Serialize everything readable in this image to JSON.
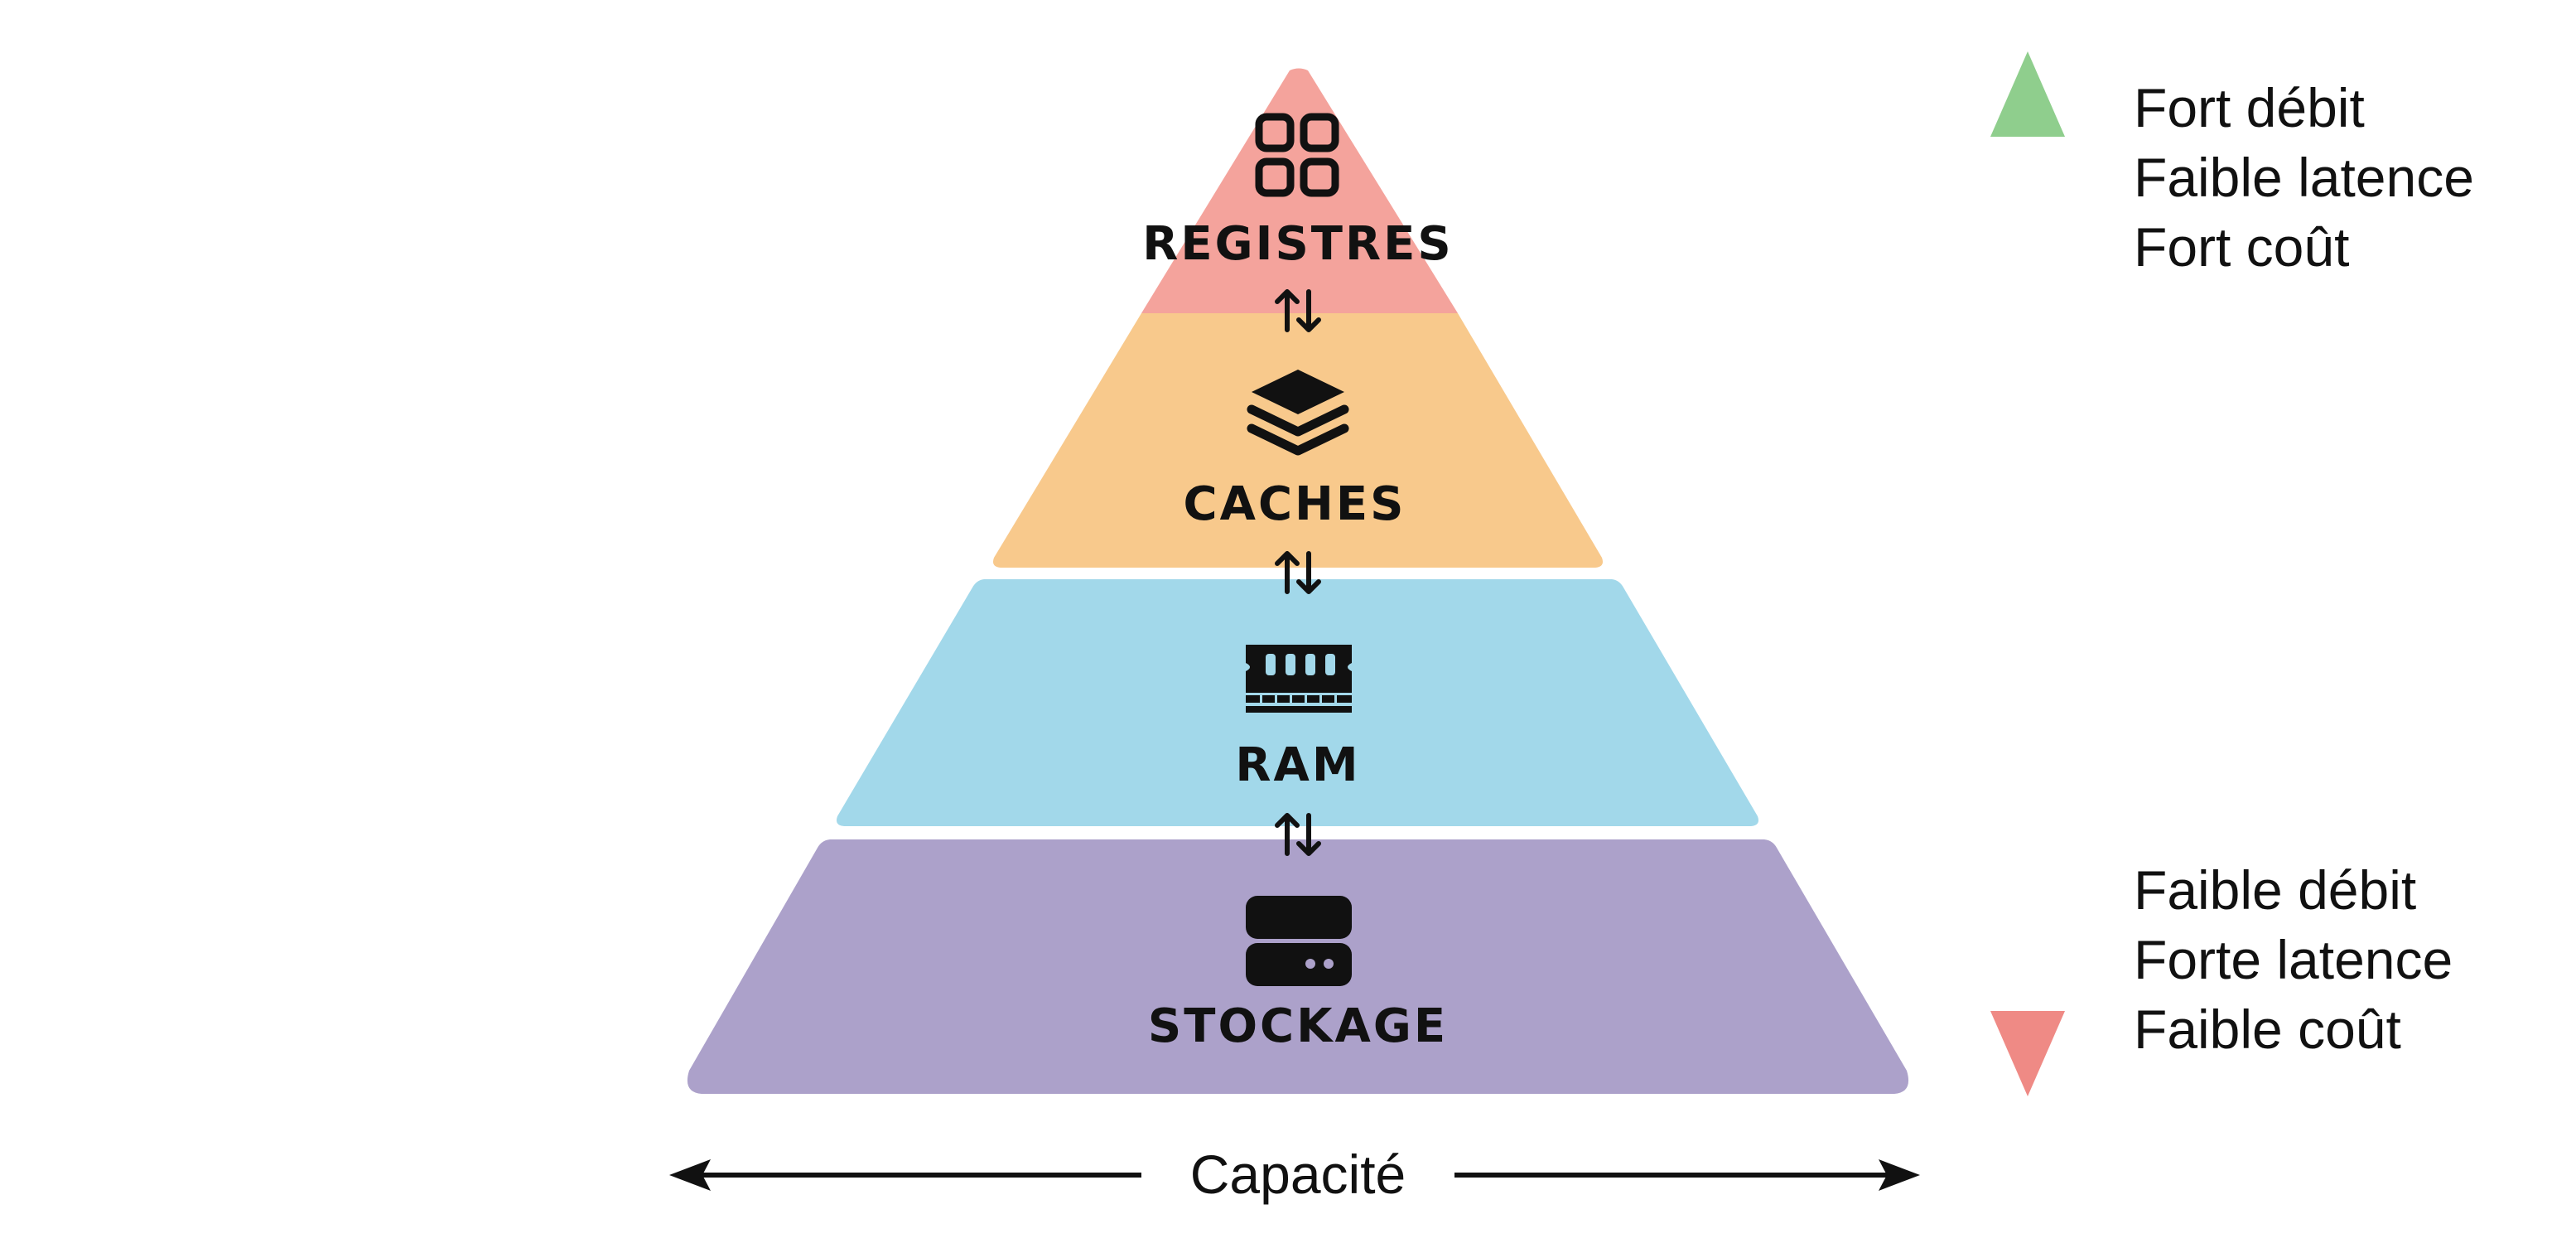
{
  "levels": [
    {
      "id": "registres",
      "label": "REGISTRES",
      "icon": "grid-icon",
      "color": "#f4a39c"
    },
    {
      "id": "caches",
      "label": "CACHES",
      "icon": "layers-icon",
      "color": "#f8c98c"
    },
    {
      "id": "ram",
      "label": "RAM",
      "icon": "ram-module-icon",
      "color": "#a2d8ea"
    },
    {
      "id": "stockage",
      "label": "STOCKAGE",
      "icon": "storage-drive-icon",
      "color": "#aca1ca"
    }
  ],
  "transfer_icon": "up-down-arrows-icon",
  "top_side": {
    "lines": [
      "Fort débit",
      "Faible latence",
      "Fort coût"
    ],
    "arrow_color": "#46a24a"
  },
  "bottom_side": {
    "lines": [
      "Faible débit",
      "Forte latence",
      "Faible coût"
    ],
    "arrow_color": "#e2484a"
  },
  "axis": {
    "label": "Capacité"
  }
}
